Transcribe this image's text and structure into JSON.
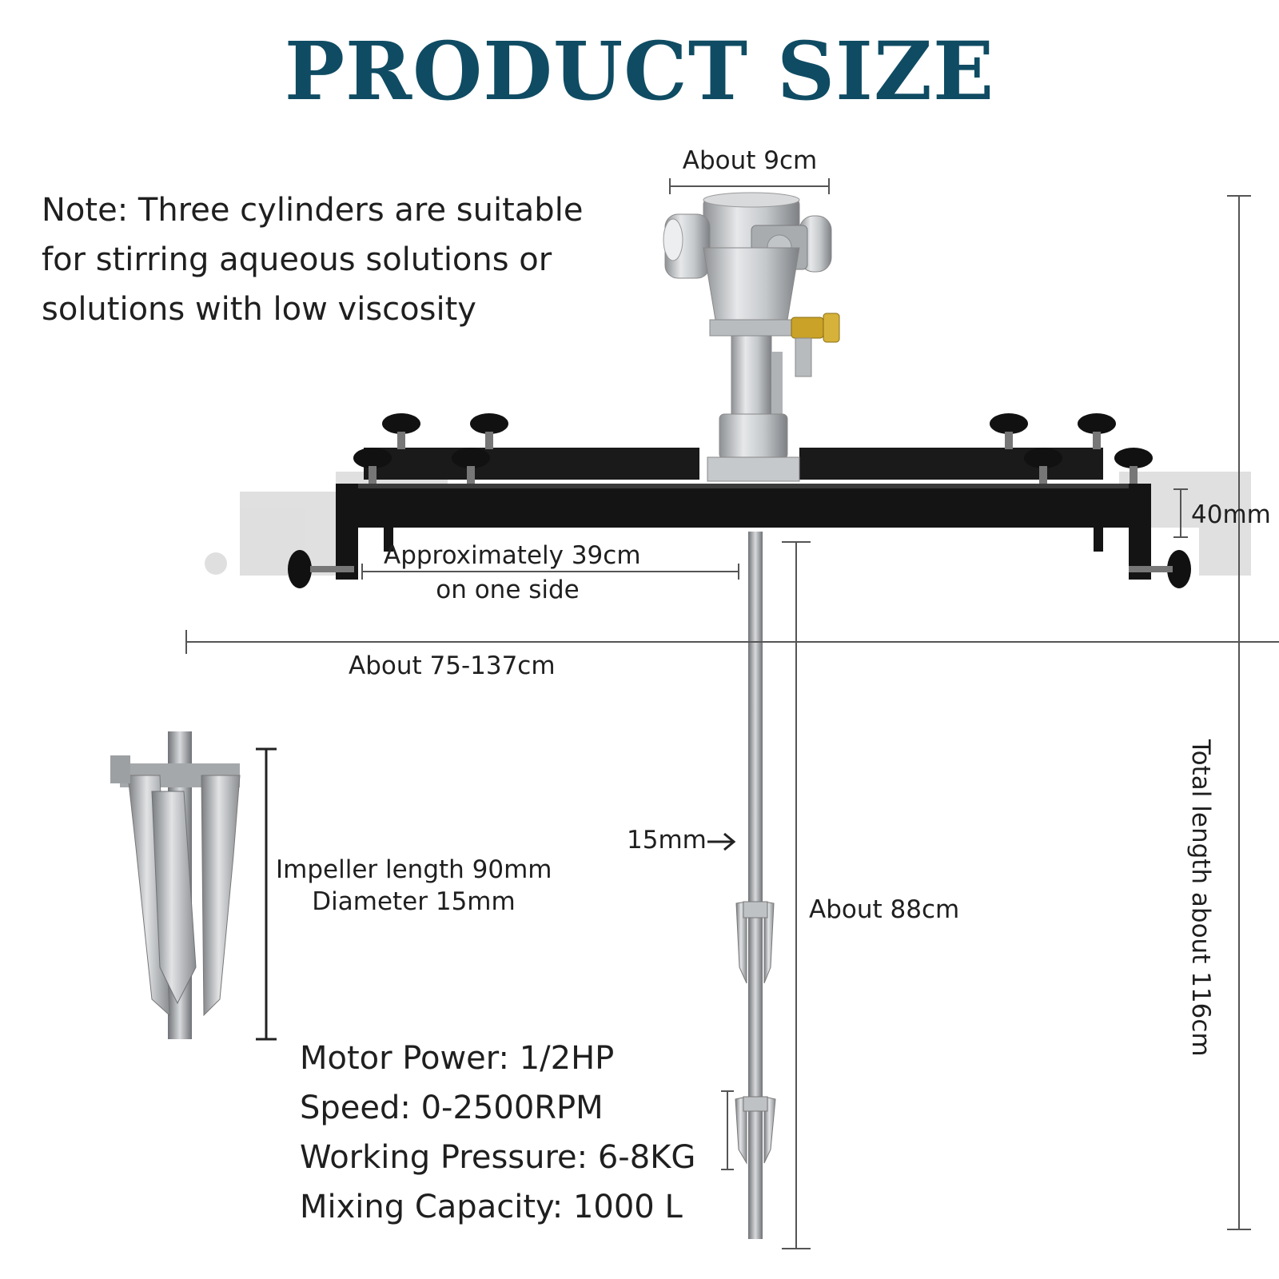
{
  "title": "PRODUCT SIZE",
  "note": {
    "line1": "Note: Three cylinders are suitable",
    "line2": "for stirring aqueous solutions or",
    "line3": "solutions with low viscosity"
  },
  "dimensions": {
    "motor_width": "About 9cm",
    "frame_height": "40mm",
    "one_side_line1": "Approximately 39cm",
    "one_side_line2": "on one side",
    "frame_span": "About 75-137cm",
    "shaft_diameter": "15mm",
    "shaft_length": "About 88cm",
    "total_length": "Total length about 116cm",
    "impeller_line1": "Impeller length 90mm",
    "impeller_line2": "Diameter 15mm"
  },
  "specs": [
    "Motor Power: 1/2HP",
    "Speed: 0-2500RPM",
    "Working Pressure: 6-8KG",
    "Mixing Capacity: 1000 L"
  ],
  "colors": {
    "title": "#0f4c63",
    "frame": "#141414",
    "metal": "#c9cbcd",
    "brass": "#c9a227"
  }
}
